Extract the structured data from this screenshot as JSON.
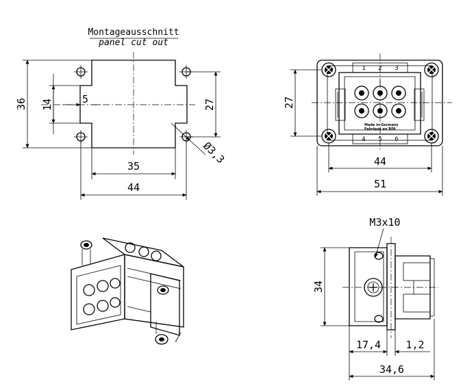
{
  "cutout": {
    "title": "Montageausschnitt",
    "subtitle": "panel cut out",
    "dim_height": "36",
    "dim_inner": "14",
    "dim_offset": "5",
    "dim_hole_spacing_v": "27",
    "dim_hole_dia": "Ø3,3",
    "dim_width_inner": "35",
    "dim_width_outer": "44"
  },
  "front_view": {
    "dim_height": "27",
    "dim_width_inner": "44",
    "dim_width_outer": "51",
    "pin_labels": [
      "1",
      "2",
      "3",
      "4",
      "5",
      "6"
    ],
    "marking_line1": "Made in Germany",
    "marking_line2": "Fabrique en RFA"
  },
  "side_view": {
    "thread_label": "M3x10",
    "dim_height": "34",
    "dim_depth_a": "17,4",
    "dim_depth_b": "1,2",
    "dim_total": "34,6"
  }
}
